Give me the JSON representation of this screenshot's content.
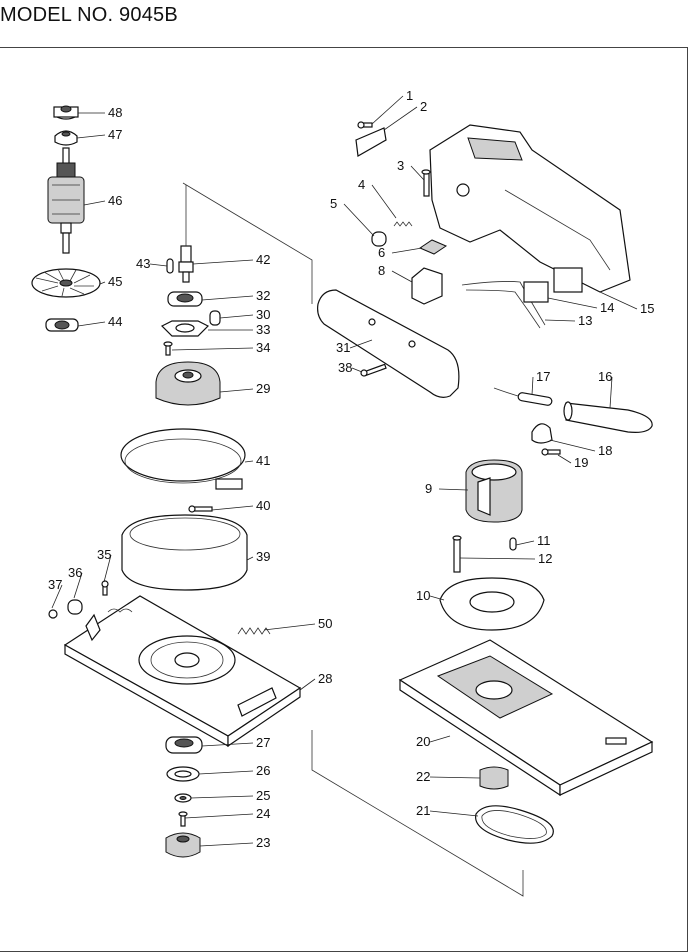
{
  "title": "MODEL NO. 9045B",
  "part_numbers": [
    "1",
    "2",
    "3",
    "4",
    "5",
    "6",
    "8",
    "13",
    "14",
    "15",
    "31",
    "38",
    "17",
    "16",
    "18",
    "19",
    "9",
    "11",
    "12",
    "10",
    "20",
    "22",
    "21",
    "48",
    "47",
    "46",
    "45",
    "44",
    "43",
    "42",
    "32",
    "30",
    "33",
    "34",
    "29",
    "41",
    "40",
    "39",
    "35",
    "36",
    "37",
    "50",
    "28",
    "27",
    "26",
    "25",
    "24",
    "23"
  ]
}
